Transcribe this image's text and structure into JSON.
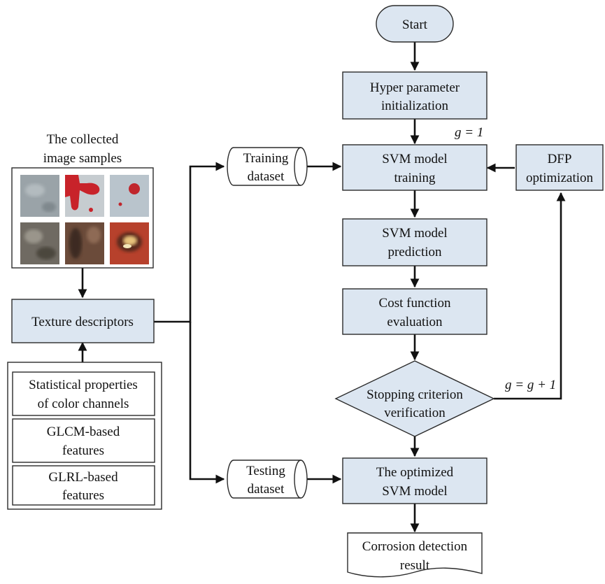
{
  "nodes": {
    "start": "Start",
    "hyper": [
      "Hyper parameter",
      "initialization"
    ],
    "g_init": "g = 1",
    "svm_train": [
      "SVM model",
      "training"
    ],
    "dfp": [
      "DFP",
      "optimization"
    ],
    "svm_pred": [
      "SVM model",
      "prediction"
    ],
    "cost": [
      "Cost function",
      "evaluation"
    ],
    "stop": [
      "Stopping criterion",
      "verification"
    ],
    "g_update": "g = g + 1",
    "optimized": [
      "The optimized",
      "SVM model"
    ],
    "result": [
      "Corrosion detection",
      "result"
    ],
    "samples_title": [
      "The collected",
      "image samples"
    ],
    "texture": "Texture descriptors",
    "stat": [
      "Statistical properties",
      "of color channels"
    ],
    "glcm": [
      "GLCM-based",
      "features"
    ],
    "glrl": [
      "GLRL-based",
      "features"
    ],
    "train_ds": [
      "Training",
      "dataset"
    ],
    "test_ds": [
      "Testing",
      "dataset"
    ]
  },
  "colors": {
    "process_fill": "#dce6f1",
    "line": "#111111"
  }
}
